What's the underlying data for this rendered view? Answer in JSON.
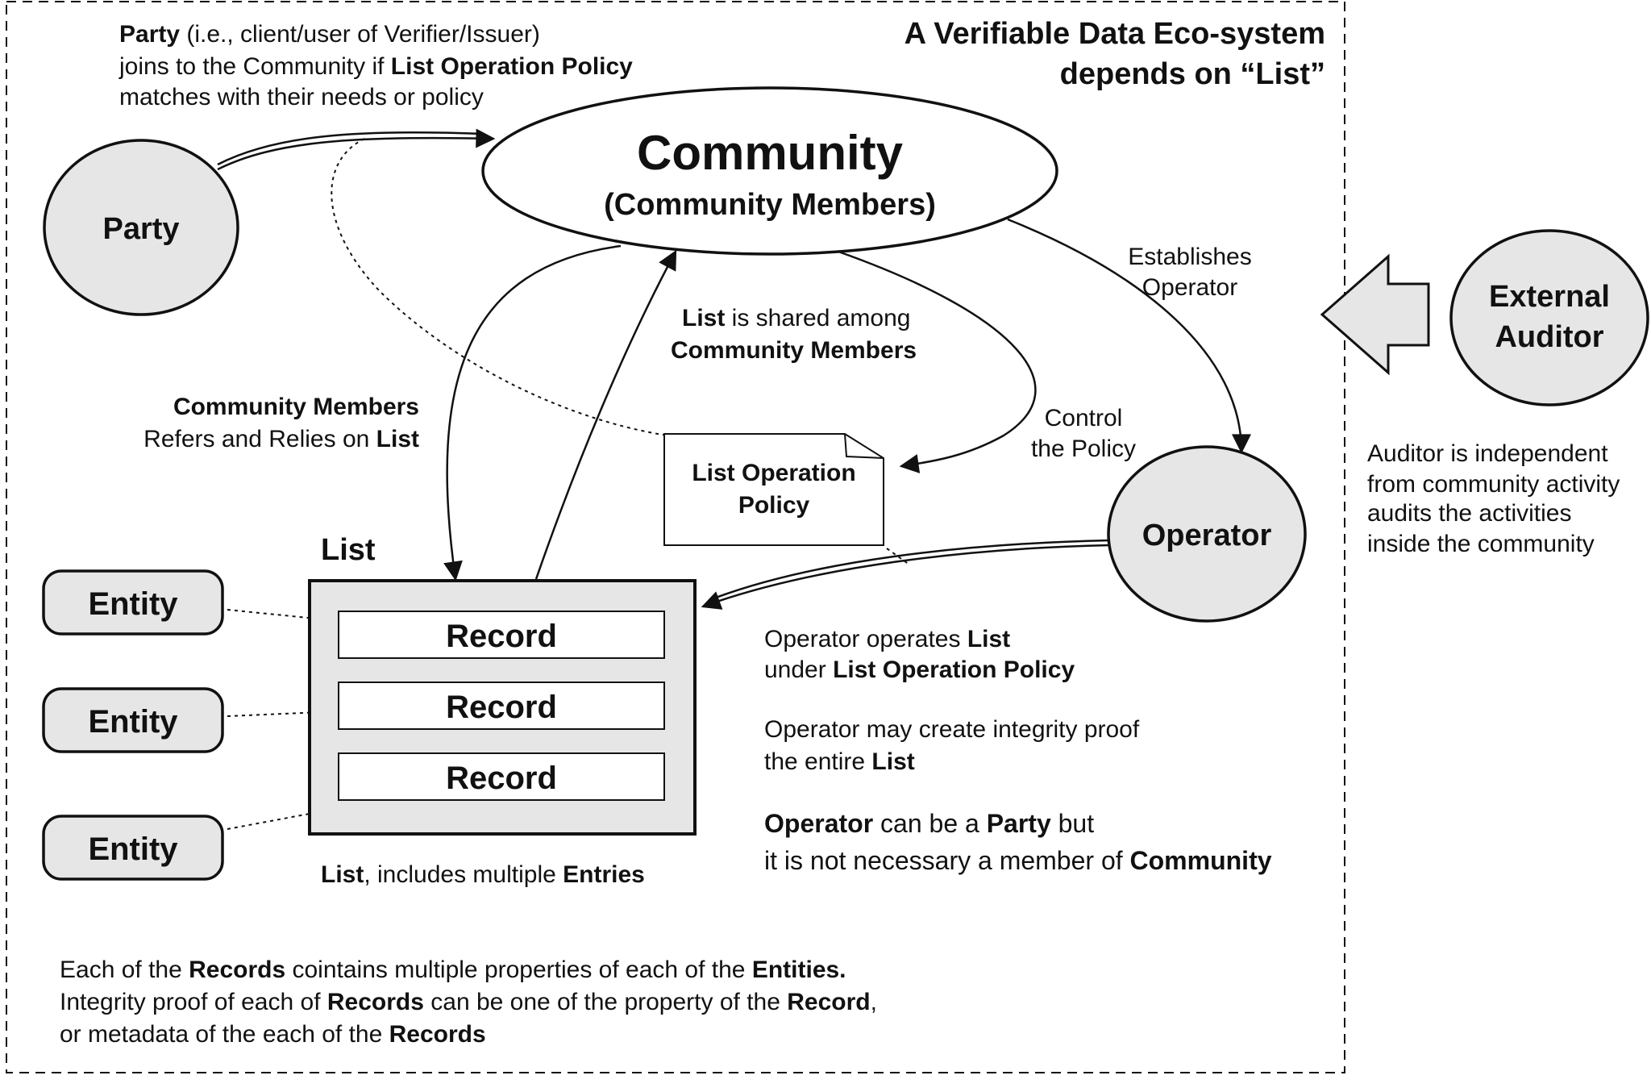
{
  "title": {
    "line1": "A Verifiable Data Eco-system",
    "line2": "depends on “List”"
  },
  "party_note": {
    "line1_bold": "Party",
    "line1_rest": " (i.e., client/user of Verifier/Issuer)",
    "line2_plain": "joins to the Community if ",
    "line2_bold": "List Operation Policy",
    "line3": "matches with their needs or policy"
  },
  "nodes": {
    "community_title": "Community",
    "community_subtitle": "(Community Members)",
    "party": "Party",
    "operator": "Operator",
    "external_auditor_line1": "External",
    "external_auditor_line2": "Auditor",
    "policy_line1": "List Operation",
    "policy_line2": "Policy",
    "list_label": "List",
    "records": [
      "Record",
      "Record",
      "Record"
    ],
    "entities": [
      "Entity",
      "Entity",
      "Entity"
    ]
  },
  "labels": {
    "establishes_1": "Establishes",
    "establishes_2": "Operator",
    "shared_1_bold": "List",
    "shared_1_rest": " is shared among",
    "shared_2_bold": "Community Members",
    "refers_1_bold": "Community Members",
    "refers_2_plain": "Refers and Relies on ",
    "refers_2_bold": "List",
    "control_1": "Control",
    "control_2": "the Policy",
    "auditor_note": [
      "Auditor is independent",
      "from community activity",
      "audits the activities",
      "inside the community"
    ],
    "list_includes_bold": "List",
    "list_includes_plain": ", includes multiple ",
    "list_includes_bold2": "Entries",
    "op1_plain": "Operator operates ",
    "op1_bold": "List",
    "op2_plain": "under ",
    "op2_bold": "List Operation Policy",
    "op3": "Operator may create integrity proof",
    "op4_plain": "the entire ",
    "op4_bold": "List",
    "op5_bold": "Operator",
    "op5_plain": " can be a ",
    "op5_bold2": "Party",
    "op5_plain2": " but",
    "op6_plain": "it is not necessary a member of ",
    "op6_bold": "Community"
  },
  "footer": {
    "l1_a": "Each of the ",
    "l1_b": "Records",
    "l1_c": " cointains multiple properties of each of the ",
    "l1_d": "Entities.",
    "l2_a": "Integrity proof of each of ",
    "l2_b": "Records",
    "l2_c": " can be one of the property of the ",
    "l2_d": "Record",
    "l2_e": ",",
    "l3_a": "or metadata of the each of the ",
    "l3_b": "Records"
  }
}
